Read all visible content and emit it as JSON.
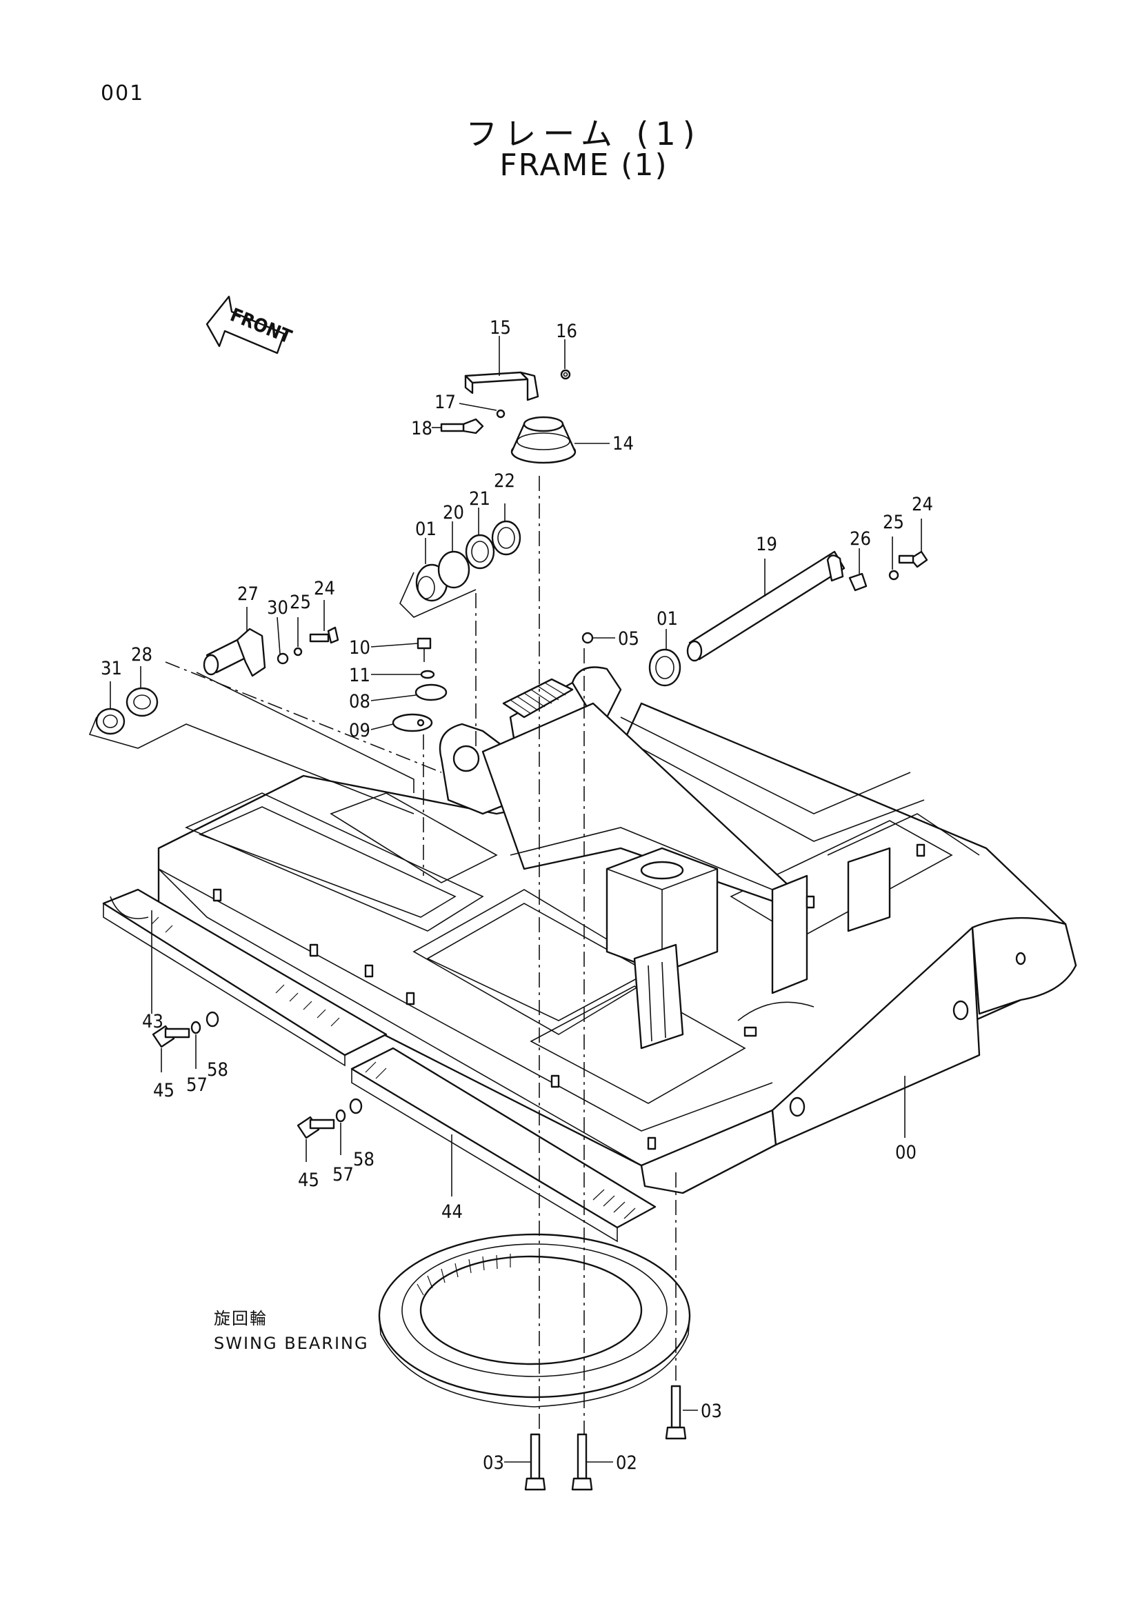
{
  "page_number": "001",
  "title_jp": "フレーム (1)",
  "title_en": "FRAME (1)",
  "front_indicator": "FRONT",
  "swing_bearing_jp": "旋回輪",
  "swing_bearing_en": "SWING BEARING",
  "part_labels": [
    "15",
    "16",
    "17",
    "18",
    "14",
    "01",
    "20",
    "21",
    "22",
    "24",
    "25",
    "26",
    "19",
    "27",
    "30",
    "25",
    "24",
    "10",
    "11",
    "08",
    "09",
    "05",
    "01",
    "28",
    "31",
    "43",
    "45",
    "57",
    "58",
    "45",
    "57",
    "58",
    "44",
    "00",
    "03",
    "03",
    "02"
  ]
}
